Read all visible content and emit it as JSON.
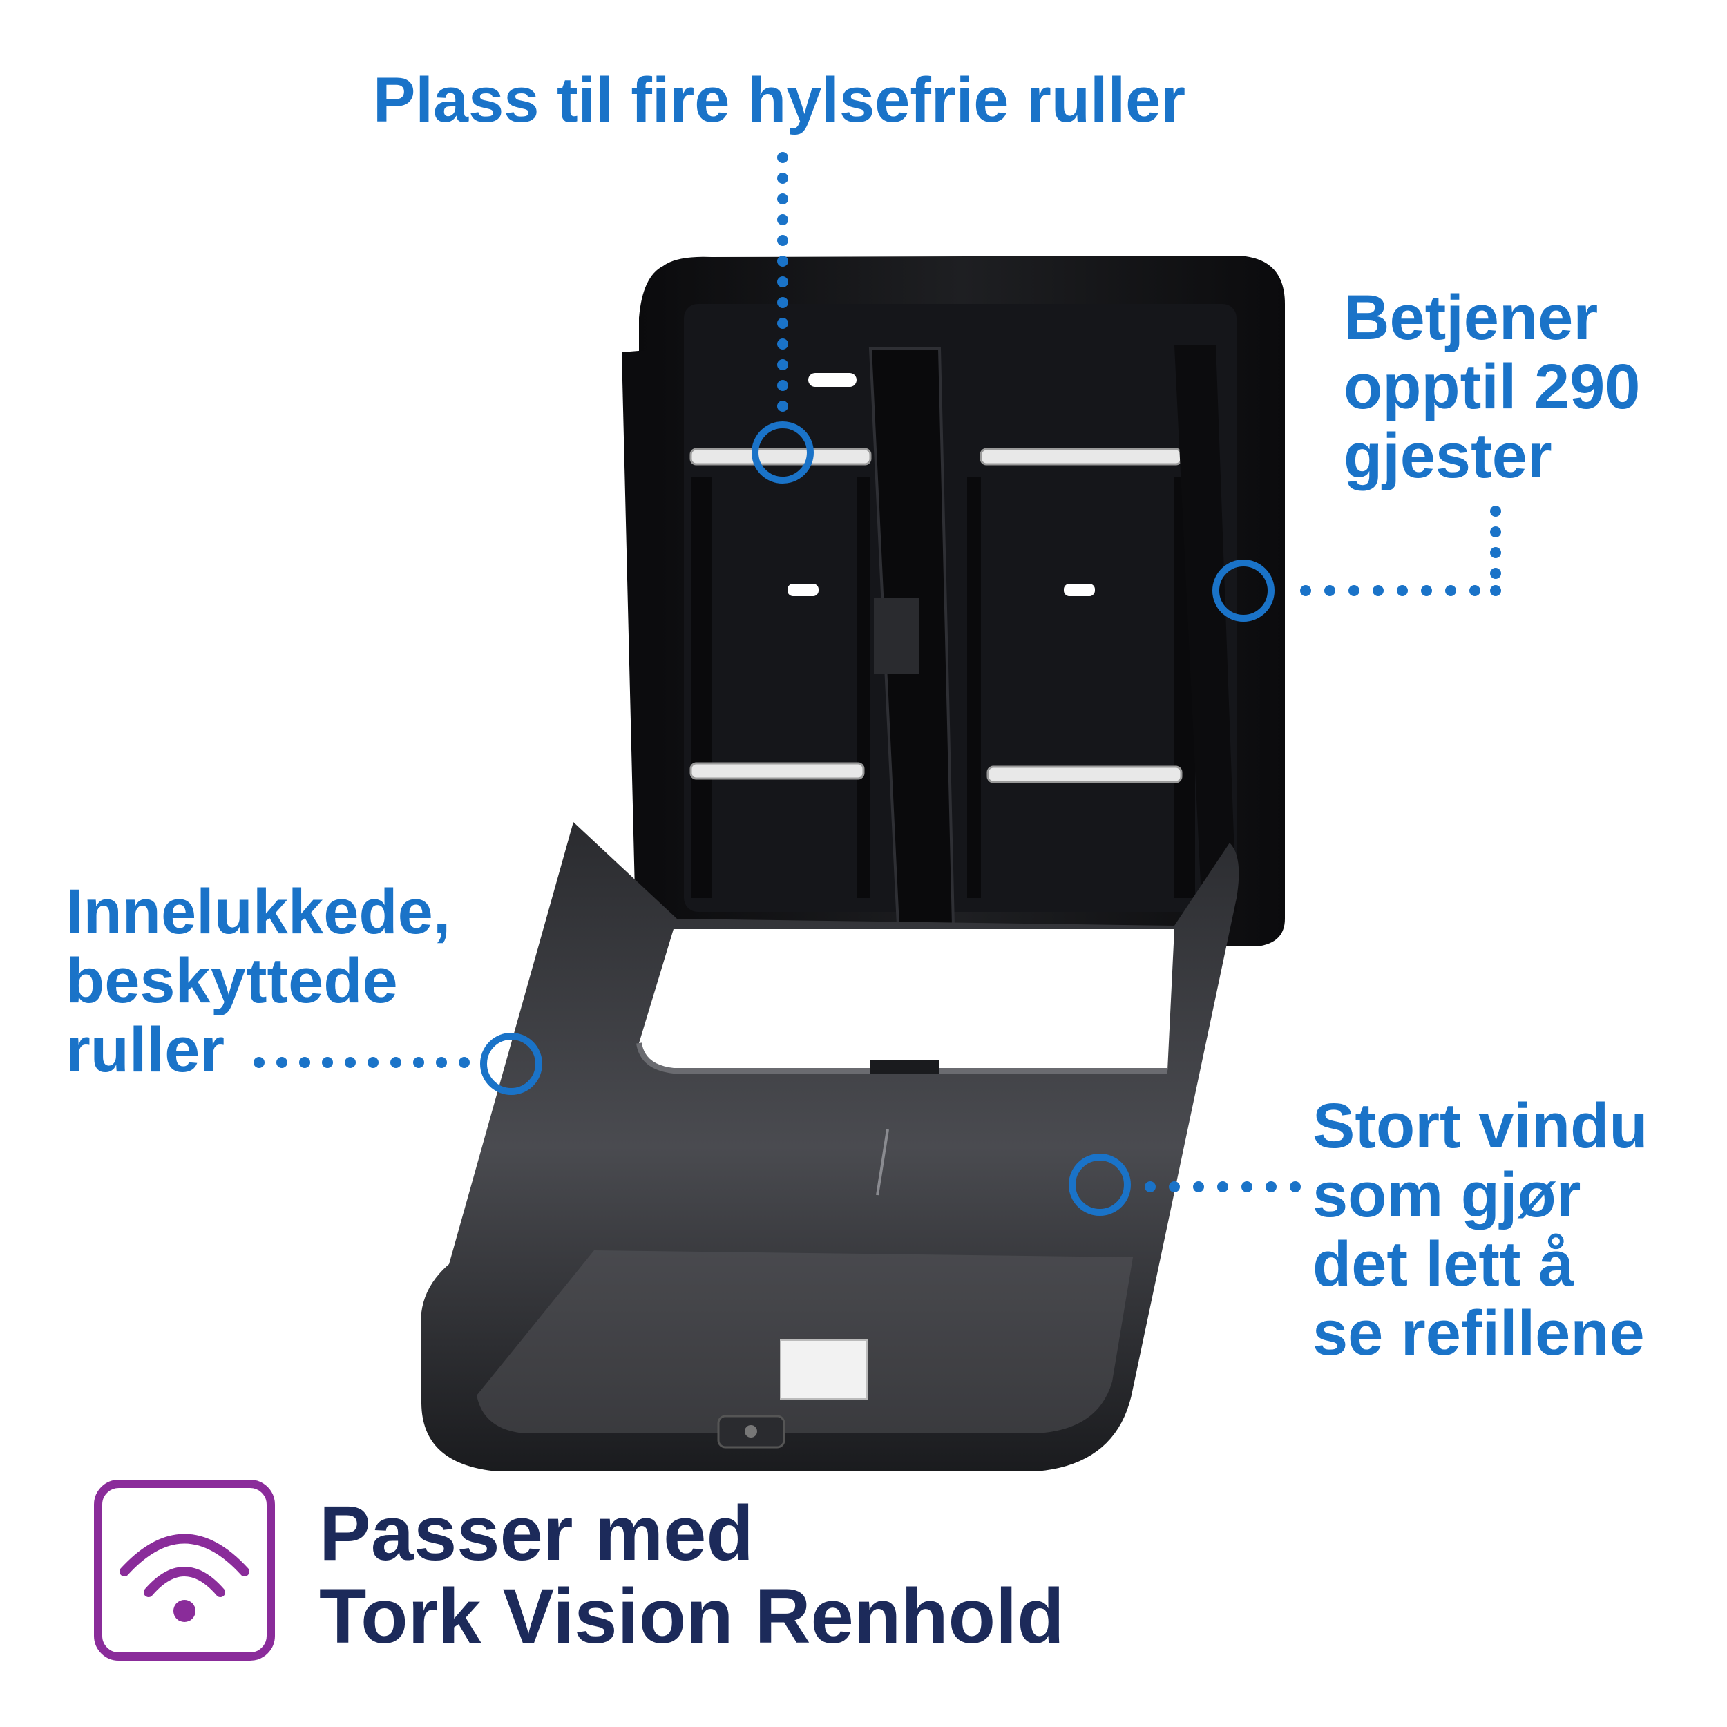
{
  "callouts": {
    "top": {
      "lines": [
        "Plass til fire hylsefrie ruller"
      ]
    },
    "right_top": {
      "lines": [
        "Betjener",
        "opptil 290",
        "gjester"
      ]
    },
    "left": {
      "lines": [
        "Innelukkede,",
        "beskyttede",
        "ruller"
      ]
    },
    "right_bottom": {
      "lines": [
        "Stort vindu",
        "som gjør",
        "det lett å",
        "se refillene"
      ]
    }
  },
  "badge": {
    "icon": "wifi-signal-icon",
    "lines": [
      "Passer med",
      "Tork Vision Renhold"
    ]
  },
  "colors": {
    "callout_blue": "#1a73c8",
    "badge_purple": "#8a2c9a",
    "badge_text_navy": "#1c2a5a",
    "dispenser_black": "#0e0e10"
  }
}
